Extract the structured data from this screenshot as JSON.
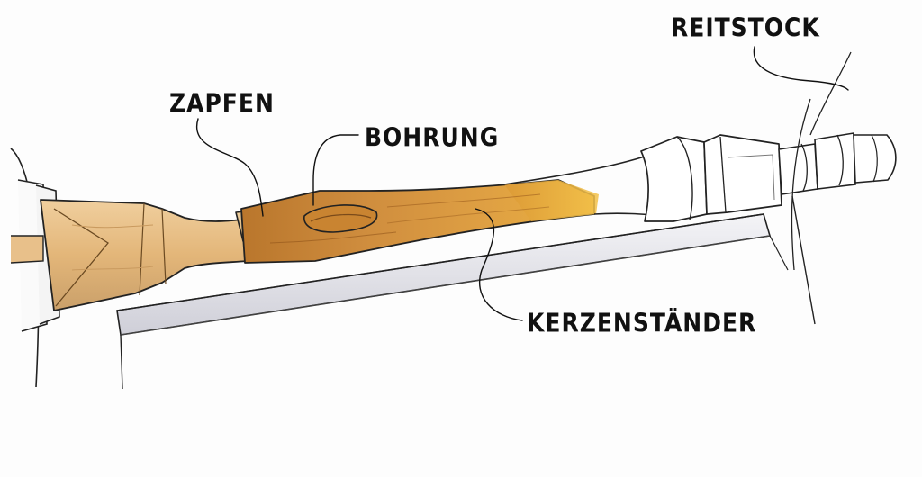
{
  "labels": {
    "reitstock": "REITSTOCK",
    "zapfen": "ZAPFEN",
    "bohrung": "BOHRUNG",
    "kerzenstaender": "KERZENSTÄNDER"
  },
  "colors": {
    "ink": "#111111",
    "wood_light": "#e8c08a",
    "wood_mid": "#d9a45a",
    "wood_dark": "#b8752e",
    "wood_amber": "#e0a030",
    "rail": "#e4e4ea",
    "rail_shadow": "#c9c9d2"
  }
}
